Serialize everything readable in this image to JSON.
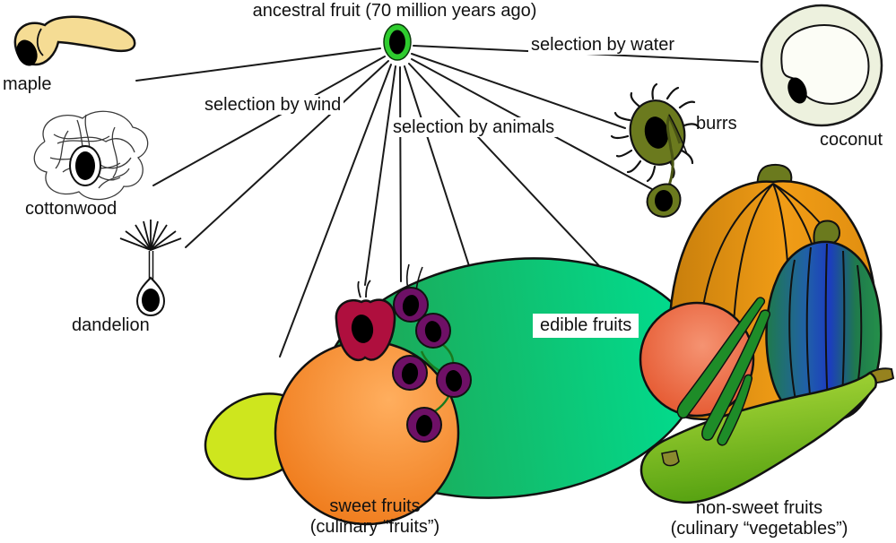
{
  "title": "ancestral fruit (70 million years ago)",
  "labels": {
    "maple": "maple",
    "cottonwood": "cottonwood",
    "dandelion": "dandelion",
    "coconut": "coconut",
    "burrs": "burrs",
    "edible_fruits": "edible fruits",
    "wind": "selection by wind",
    "water": "selection by water",
    "animals": "selection by animals",
    "sweet1": "sweet fruits",
    "sweet2": "(culinary “fruits”)",
    "nonsweet1": "non-sweet fruits",
    "nonsweet2": "(culinary “vegetables”)"
  },
  "relationships": {
    "root": "ancestral fruit (70 million years ago)",
    "branches": [
      {
        "label": "selection by wind",
        "targets": [
          "maple",
          "cottonwood",
          "dandelion"
        ]
      },
      {
        "label": "selection by water",
        "targets": [
          "coconut"
        ]
      },
      {
        "label": "selection by animals",
        "targets": [
          "burrs",
          "edible fruits"
        ]
      }
    ],
    "edible_fruit_groups": [
      {
        "name": "sweet fruits",
        "culinary": "(culinary “fruits”)"
      },
      {
        "name": "non-sweet fruits",
        "culinary": "(culinary “vegetables”)"
      }
    ]
  },
  "colors": {
    "ancestral_ring": "#2ECC2E",
    "maple_wing": "#F5DC94",
    "coconut_shell": "#EDF1DE",
    "burr": "#6B7A1E",
    "lemon": "#CEE61E",
    "apple": "#AF0F3E",
    "berry": "#6E1066",
    "melon_left": "#21A04E",
    "melon_right": "#00DE90",
    "orange": "#ED7412",
    "pumpkin": "#E8930F",
    "squash_green": "#1F7A4C",
    "squash_blue": "#1C3CC0",
    "tomato": "#E1481E",
    "pear": "#8CC428",
    "bean": "#1E8C28"
  }
}
